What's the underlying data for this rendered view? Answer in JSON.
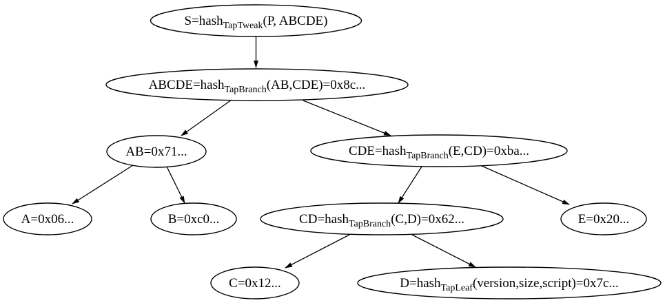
{
  "diagram": {
    "background_color": "#ffffff",
    "node_stroke_color": "#000000",
    "text_color": "#000000"
  },
  "nodes": {
    "S": {
      "pre": "S=hash",
      "sub": "TapTweak",
      "post": "(P, ABCDE)"
    },
    "ABCDE": {
      "pre": "ABCDE=hash",
      "sub": "TapBranch",
      "post": "(AB,CDE)=0x8c..."
    },
    "AB": {
      "label": "AB=0x71..."
    },
    "CDE": {
      "pre": "CDE=hash",
      "sub": "TapBranch",
      "post": "(E,CD)=0xba..."
    },
    "A": {
      "label": "A=0x06..."
    },
    "B": {
      "label": "B=0xc0..."
    },
    "CD": {
      "pre": "CD=hash",
      "sub": "TapBranch",
      "post": "(C,D)=0x62..."
    },
    "E": {
      "label": "E=0x20..."
    },
    "C": {
      "label": "C=0x12..."
    },
    "D": {
      "pre": "D=hash",
      "sub": "TapLeaf",
      "post": "(version,size,script)=0x7c..."
    }
  },
  "edges": [
    {
      "from": "S",
      "to": "ABCDE"
    },
    {
      "from": "ABCDE",
      "to": "AB"
    },
    {
      "from": "ABCDE",
      "to": "CDE"
    },
    {
      "from": "AB",
      "to": "A"
    },
    {
      "from": "AB",
      "to": "B"
    },
    {
      "from": "CDE",
      "to": "CD"
    },
    {
      "from": "CDE",
      "to": "E"
    },
    {
      "from": "CD",
      "to": "C"
    },
    {
      "from": "CD",
      "to": "D"
    }
  ]
}
